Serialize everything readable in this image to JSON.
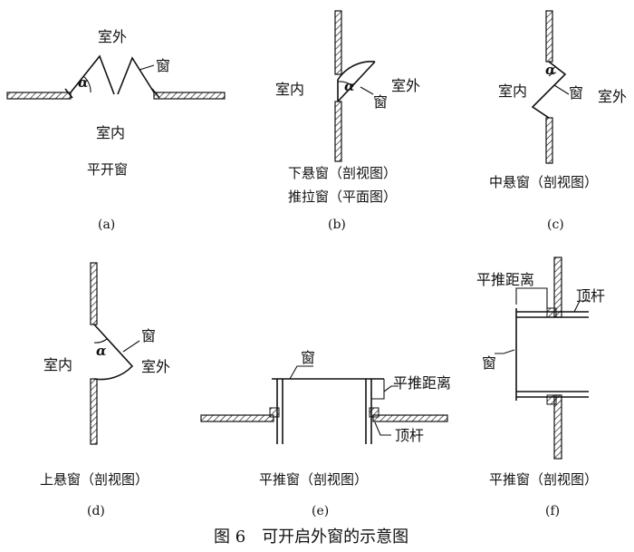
{
  "labels": {
    "outdoor": "室外",
    "indoor": "室内",
    "window": "窗",
    "alpha": "α",
    "push_distance": "平推距离",
    "top_rod": "顶杆"
  },
  "panels": {
    "a": {
      "caption": "平开窗",
      "letter": "(a)"
    },
    "b": {
      "caption1": "下悬窗（剖视图）",
      "caption2": "推拉窗（平面图）",
      "letter": "(b)"
    },
    "c": {
      "caption": "中悬窗（剖视图）",
      "letter": "(c)"
    },
    "d": {
      "caption": "上悬窗（剖视图）",
      "letter": "(d)"
    },
    "e": {
      "caption": "平推窗（剖视图）",
      "letter": "(e)"
    },
    "f": {
      "caption": "平推窗（剖视图）",
      "letter": "(f)"
    }
  },
  "figure_title": "图 6　可开启外窗的示意图"
}
